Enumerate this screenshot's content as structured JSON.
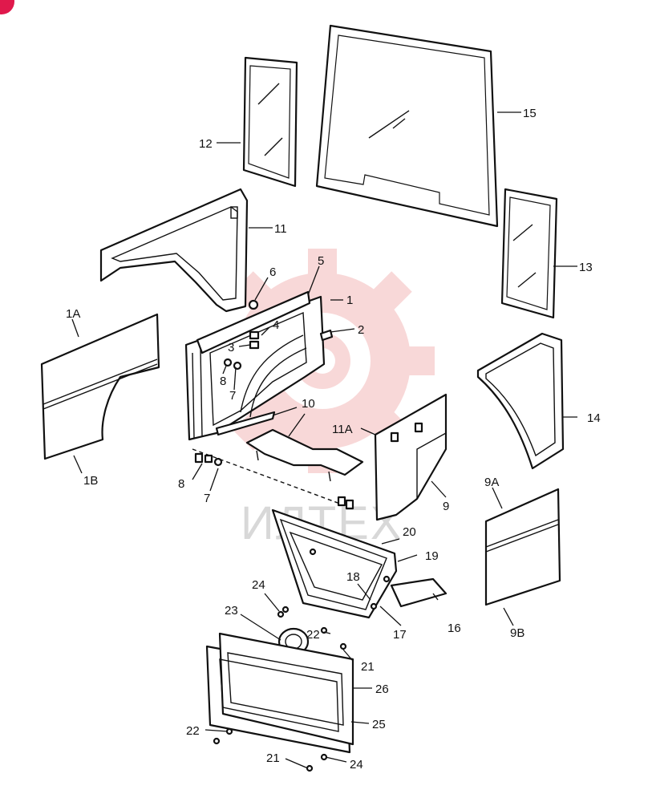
{
  "watermark": {
    "text": "ИЛТЕХ",
    "color": "#f4b9b9"
  },
  "badge": {
    "color": "#e0194c"
  },
  "callouts": {
    "c1": "1",
    "c2": "2",
    "c3": "3",
    "c4": "4",
    "c5": "5",
    "c6": "6",
    "c7a": "7",
    "c7b": "7",
    "c8a": "8",
    "c8b": "8",
    "c9": "9",
    "c9a": "9A",
    "c9b": "9B",
    "c10": "10",
    "c11": "11",
    "c11a": "11A",
    "c12": "12",
    "c13": "13",
    "c14": "14",
    "c15": "15",
    "c16": "16",
    "c17": "17",
    "c18": "18",
    "c19": "19",
    "c20": "20",
    "c21a": "21",
    "c21b": "21",
    "c22a": "22",
    "c22b": "22",
    "c23": "23",
    "c24a": "24",
    "c24b": "24",
    "c25": "25",
    "c26": "26",
    "c1a": "1A",
    "c1b": "1B"
  }
}
